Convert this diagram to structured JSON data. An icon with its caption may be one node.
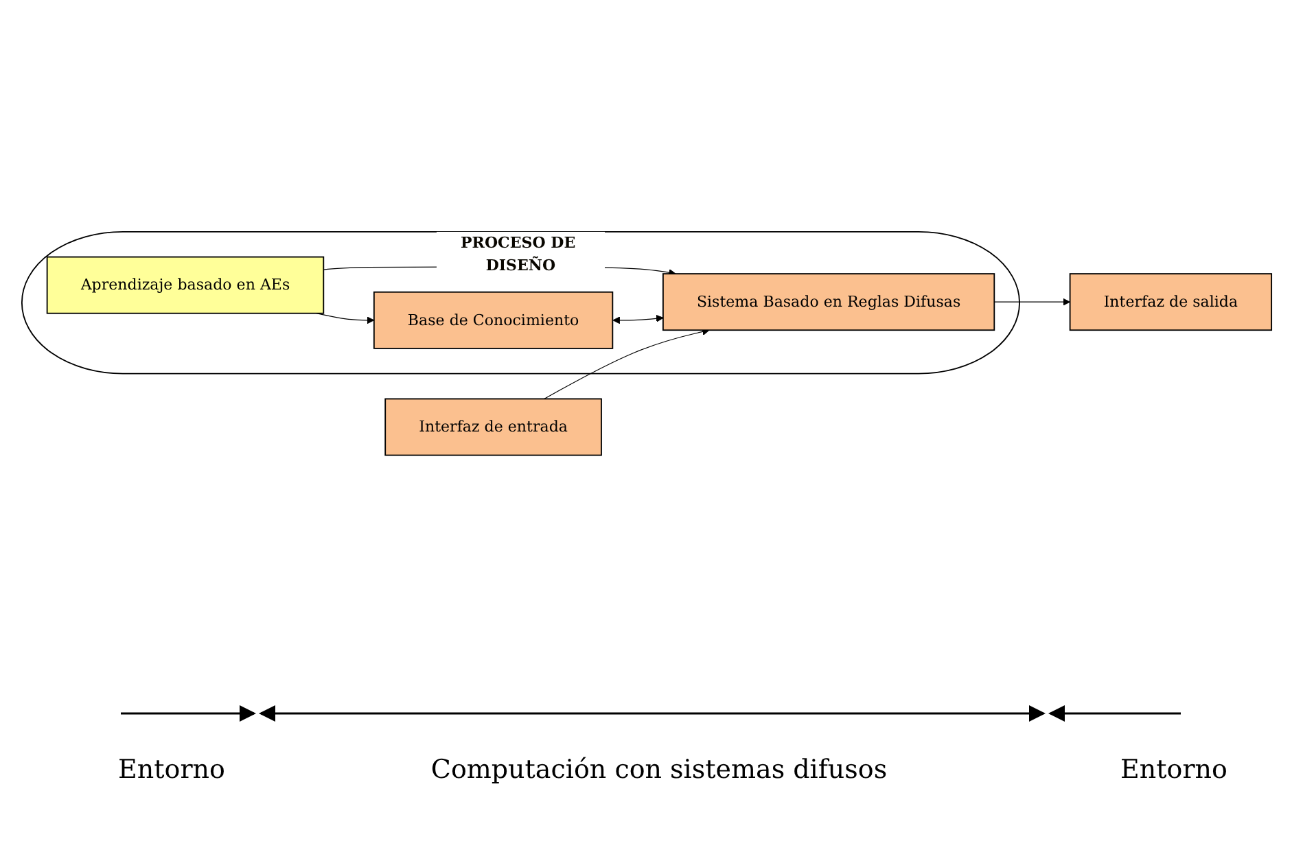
{
  "diagram": {
    "nodes": [
      {
        "text": [
          "PROCESO DE DISEÑO"
        ]
      },
      {
        "text": [
          "Base de Conocimiento"
        ],
        "in": 0
      },
      {
        "text": [
          "Aprendizaje basado en AEs"
        ],
        "in": 0
      },
      {
        "text": [
          "Sistema Basado en Reglas Difusas"
        ],
        "in": 0
      },
      {
        "text": [
          "Interfaz de entrada"
        ]
      },
      {
        "text": [
          "Interfaz de salida"
        ]
      }
    ],
    "edges": [
      {
        "from": 2,
        "to": 1,
        "arrow": "to"
      },
      {
        "from": 2,
        "to": 3,
        "arrow": "to"
      },
      {
        "from": 1,
        "to": 3,
        "arrow": "both"
      },
      {
        "from": 4,
        "to": 3,
        "arrow": "to"
      },
      {
        "from": 3,
        "to": 5,
        "arrow": "to"
      }
    ],
    "labels": [
      "Entorno",
      "Computación con sistemas difusos",
      "Entorno"
    ]
  }
}
